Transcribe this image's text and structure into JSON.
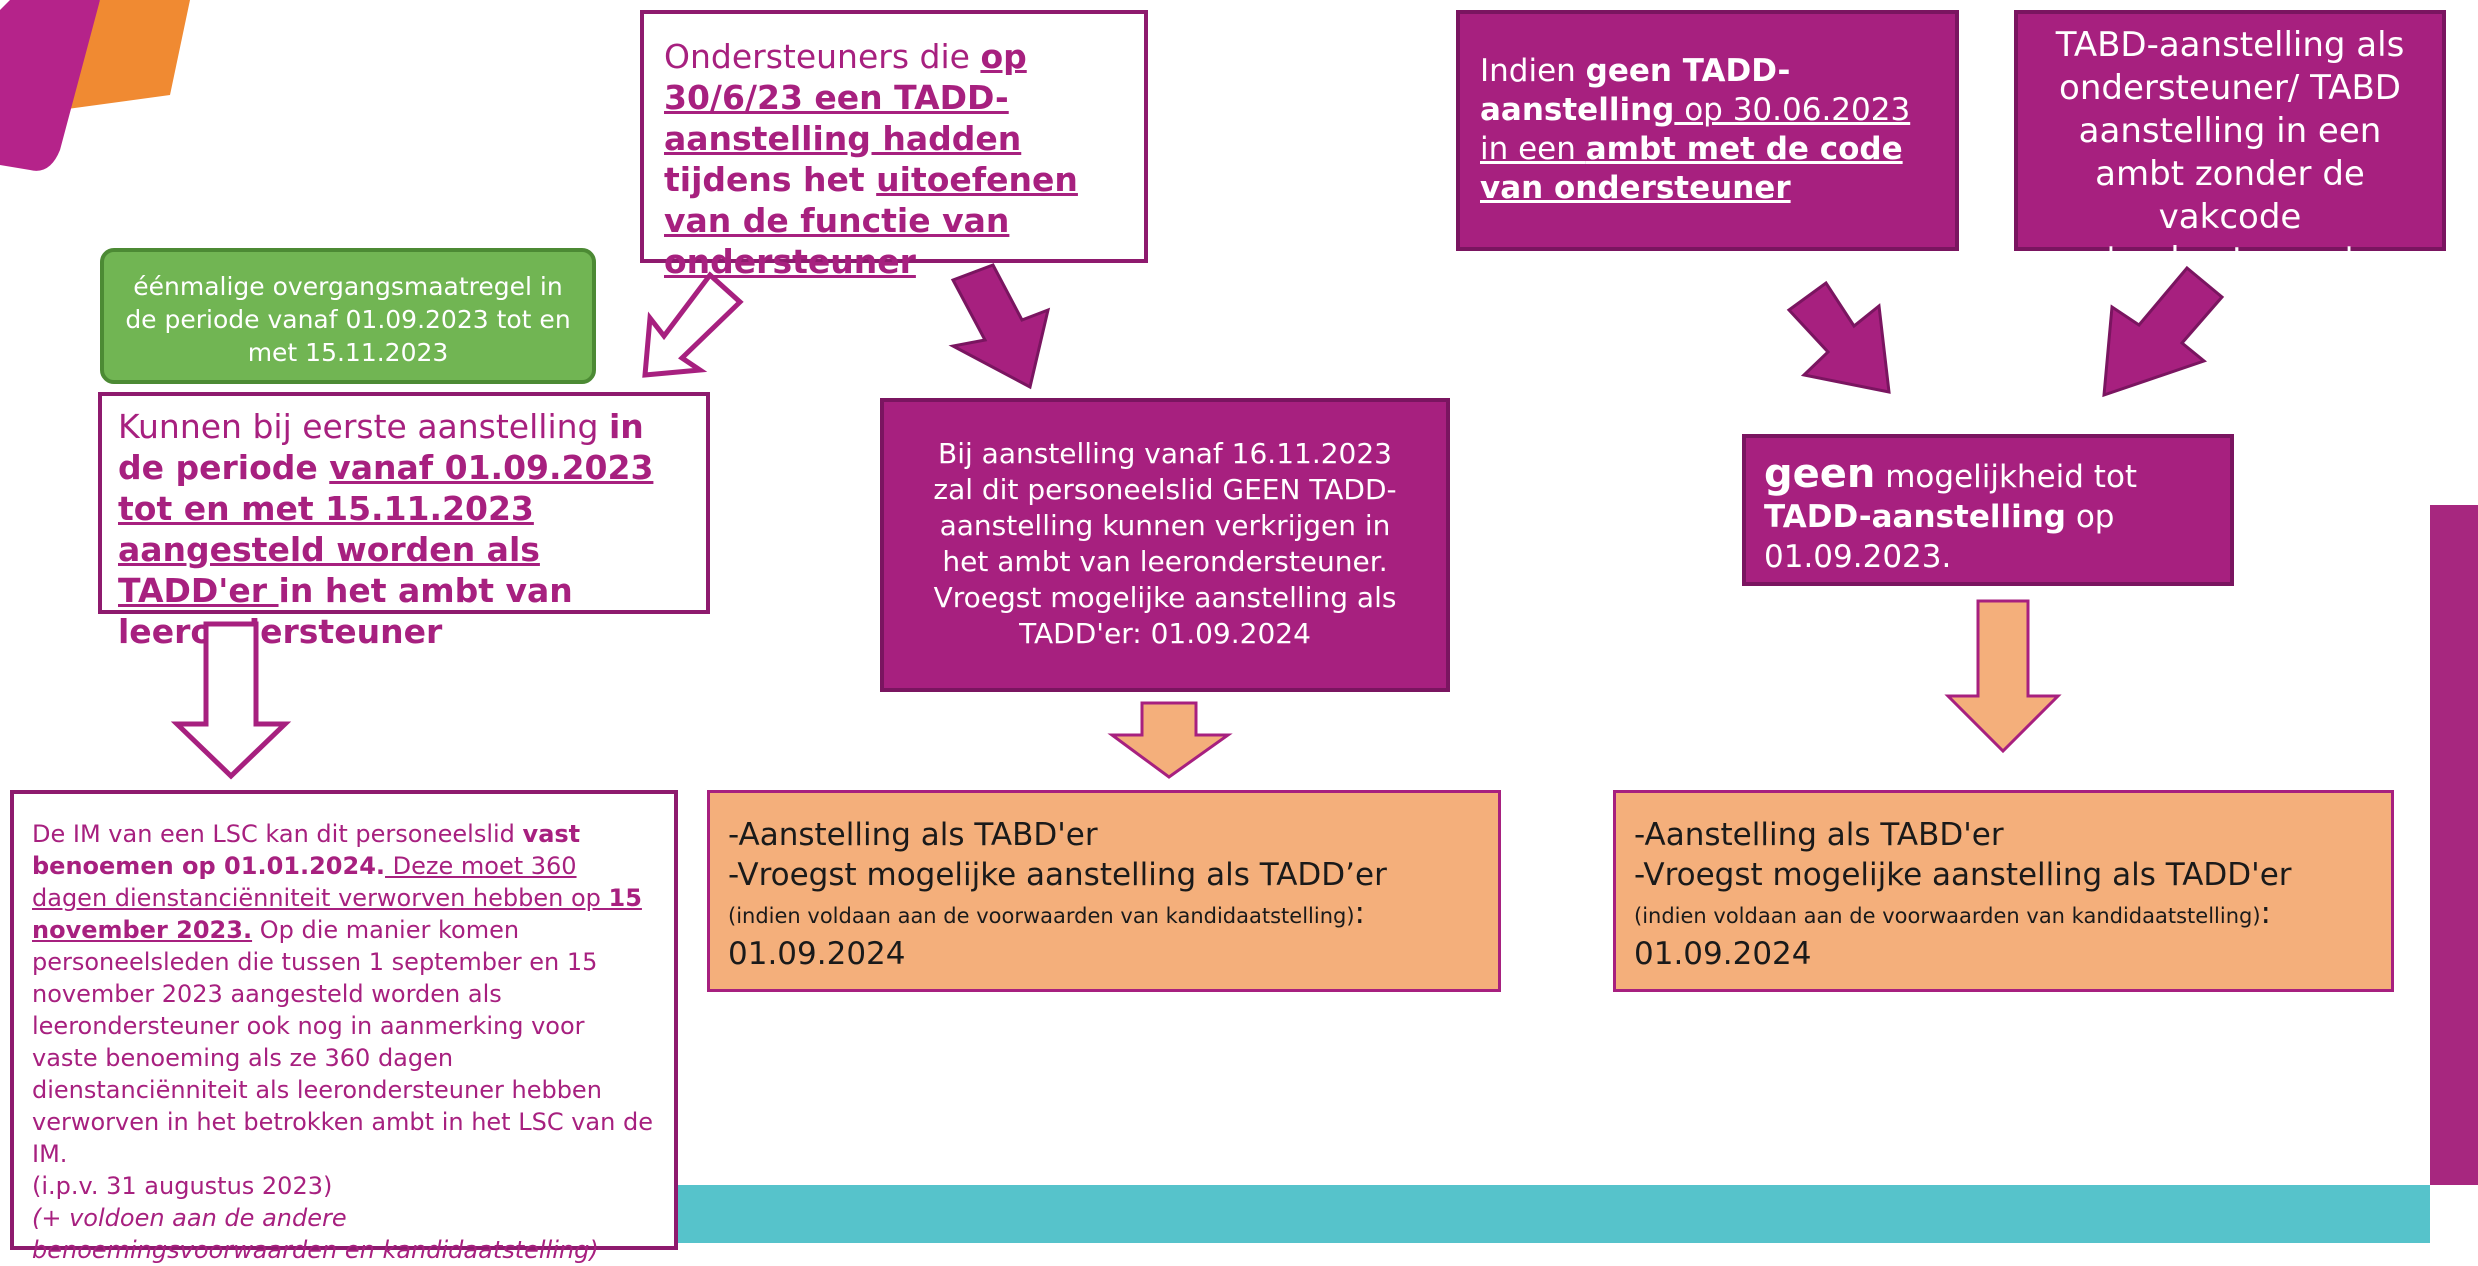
{
  "colors": {
    "magenta": "#a7207f",
    "orange_fill": "#f4af7b",
    "green_fill": "#71b553",
    "teal": "#56c3cb"
  },
  "ondersteuners_box": {
    "t1": "Ondersteuners die ",
    "t2": "op 30/6/23 een TADD-aanstelling hadden",
    "t3": " tijdens het ",
    "t4": "uitoefenen van de functie van ondersteuner"
  },
  "overgang_box": {
    "text": "éénmalige overgangsmaatregel in de periode vanaf 01.09.2023 tot en met 15.11.2023"
  },
  "kunnen_box": {
    "t1": "Kunnen bij eerste aanstelling ",
    "t2": "in de periode ",
    "t3": "vanaf 01.09.2023 tot en met 15.11.2023 aangesteld worden als TADD'er ",
    "t4": "in het ambt van leerondersteuner"
  },
  "im_box": {
    "t1": "De IM van een LSC kan dit personeelslid ",
    "t2": "vast benoemen op 01.01.2024.",
    "t3": " Deze moet 360 dagen dienstanciënniteit verworven hebben op ",
    "t4": "15 november 2023.",
    "t5": " Op die manier komen personeelsleden die tussen 1 september en 15 november 2023 aangesteld worden als leerondersteuner ook nog in aanmerking voor vaste benoeming als ze 360 dagen dienstanciënniteit als leerondersteuner hebben verworven in het betrokken ambt in het LSC van de IM.",
    "t6": "(i.p.v. 31 augustus 2023)",
    "t7": "(+ voldoen aan de andere benoemingsvoorwaarden en kandidaatstelling)"
  },
  "bij_box": {
    "text": "Bij aanstelling vanaf 16.11.2023 zal dit personeelslid GEEN TADD-aanstelling kunnen verkrijgen in het ambt van leerondersteuner. Vroegst mogelijke aanstelling als TADD'er: 01.09.2024"
  },
  "indien_box": {
    "t1": "Indien ",
    "t2": "geen TADD-aanstelling",
    "t3": " op 30.06.2023 in een ",
    "t4": "ambt met de code van ondersteuner"
  },
  "tabd_box": {
    "text": "TABD-aanstelling als ondersteuner/ TABD aanstelling in een ambt zonder de vakcode 'ondersteuner'"
  },
  "geen_box": {
    "t1": "geen",
    "t2": " mogelijkheid tot ",
    "t3": "TADD-aanstelling",
    "t4": " op 01.09.2023."
  },
  "orange_mid": {
    "line1": "-Aanstelling als TABD'er",
    "line2": "-Vroegst mogelijke aanstelling als TADD’er",
    "small": "(indien voldaan aan de voorwaarden van kandidaatstelling)",
    "date": ": 01.09.2024"
  },
  "orange_right": {
    "line1": "-Aanstelling als TABD'er",
    "line2": "-Vroegst mogelijke aanstelling als TADD'er",
    "small": "(indien voldaan aan de voorwaarden van kandidaatstelling)",
    "date": ": 01.09.2024"
  }
}
